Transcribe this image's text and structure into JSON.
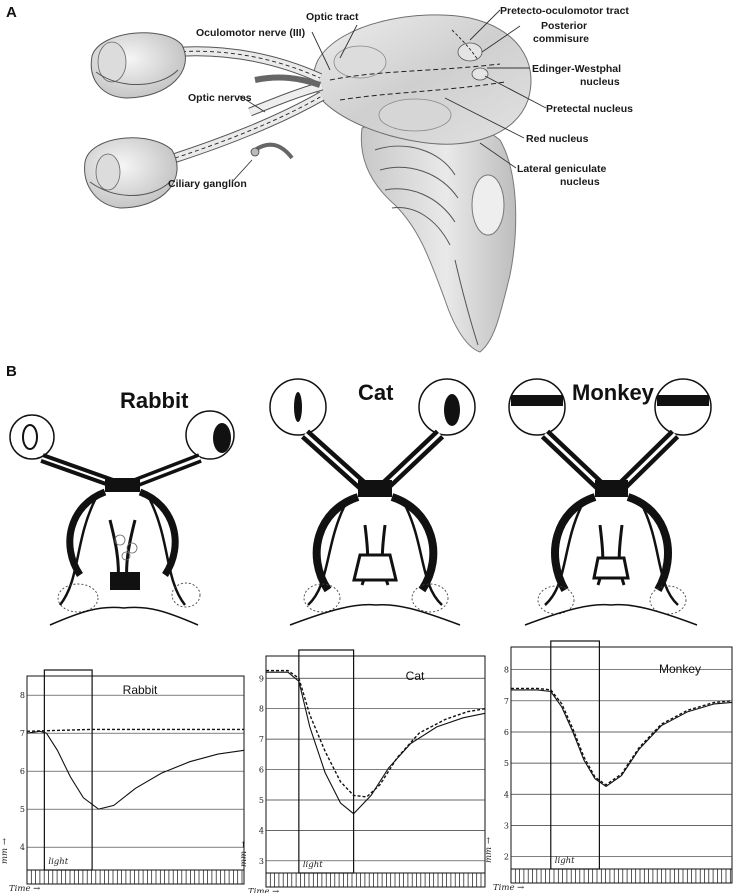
{
  "panels": {
    "a": {
      "letter": "A"
    },
    "b": {
      "letter": "B"
    }
  },
  "anatomy_labels": {
    "optic_tract": "Optic tract",
    "oculomotor_nerve": "Oculomotor nerve (III)",
    "optic_nerves": "Optic nerves",
    "ciliary_ganglion": "Ciliary ganglion",
    "pretecto_oculomotor_tract": "Pretecto-oculomotor tract",
    "posterior_commisure_line1": "Posterior",
    "posterior_commisure_line2": "commisure",
    "edinger_westphal_line1": "Edinger-Westphal",
    "edinger_westphal_line2": "nucleus",
    "pretectal_nucleus": "Pretectal nucleus",
    "red_nucleus": "Red nucleus",
    "lateral_geniculate_line1": "Lateral geniculate",
    "lateral_geniculate_line2": "nucleus"
  },
  "species": {
    "rabbit": "Rabbit",
    "cat": "Cat",
    "monkey": "Monkey"
  },
  "plot_common": {
    "light_label": "light",
    "time_label": "Time →",
    "mm_label": "mm →"
  },
  "chart_data": [
    {
      "type": "line",
      "title": "Rabbit",
      "ylabel": "mm",
      "xlabel": "Time",
      "ylim": [
        3.4,
        8.4
      ],
      "yticks": [
        "4",
        "5",
        "6",
        "7",
        "8"
      ],
      "light_interval": [
        0.08,
        0.3
      ],
      "series": [
        {
          "style": "dashed",
          "x": [
            0.0,
            0.3,
            0.6,
            1.0
          ],
          "y": [
            7.05,
            7.1,
            7.1,
            7.1
          ]
        },
        {
          "style": "solid",
          "x": [
            0.0,
            0.06,
            0.09,
            0.14,
            0.2,
            0.26,
            0.33,
            0.4,
            0.5,
            0.62,
            0.75,
            0.88,
            1.0
          ],
          "y": [
            7.0,
            7.05,
            7.0,
            6.55,
            5.85,
            5.3,
            5.0,
            5.1,
            5.55,
            5.95,
            6.25,
            6.45,
            6.55
          ]
        }
      ]
    },
    {
      "type": "line",
      "title": "Cat",
      "ylabel": "mm",
      "xlabel": "Time",
      "ylim": [
        2.6,
        9.6
      ],
      "yticks": [
        "3",
        "4",
        "5",
        "6",
        "7",
        "8",
        "9"
      ],
      "light_interval": [
        0.15,
        0.4
      ],
      "series": [
        {
          "style": "solid",
          "x": [
            0.0,
            0.1,
            0.15,
            0.2,
            0.27,
            0.34,
            0.4,
            0.48,
            0.56,
            0.66,
            0.78,
            0.9,
            1.0
          ],
          "y": [
            9.2,
            9.2,
            8.9,
            7.4,
            5.9,
            4.9,
            4.55,
            5.15,
            6.05,
            6.85,
            7.4,
            7.7,
            7.85
          ]
        },
        {
          "style": "dashed",
          "x": [
            0.0,
            0.1,
            0.15,
            0.2,
            0.27,
            0.34,
            0.4,
            0.46,
            0.52,
            0.6,
            0.7,
            0.82,
            0.92,
            1.0
          ],
          "y": [
            9.25,
            9.25,
            9.0,
            7.8,
            6.6,
            5.6,
            5.15,
            5.1,
            5.5,
            6.4,
            7.2,
            7.65,
            7.9,
            8.0
          ]
        }
      ]
    },
    {
      "type": "line",
      "title": "Monkey",
      "ylabel": "mm",
      "xlabel": "Time",
      "ylim": [
        1.6,
        8.6
      ],
      "yticks": [
        "2",
        "3",
        "4",
        "5",
        "6",
        "7",
        "8"
      ],
      "light_interval": [
        0.18,
        0.4
      ],
      "series": [
        {
          "style": "dashed",
          "x": [
            0.0,
            0.12,
            0.18,
            0.23,
            0.28,
            0.33,
            0.38,
            0.43,
            0.5,
            0.58,
            0.68,
            0.8,
            0.92,
            1.0
          ],
          "y": [
            7.4,
            7.4,
            7.35,
            6.9,
            6.1,
            5.2,
            4.55,
            4.3,
            4.65,
            5.5,
            6.25,
            6.7,
            6.95,
            7.0
          ]
        },
        {
          "style": "solid",
          "x": [
            0.0,
            0.12,
            0.18,
            0.23,
            0.28,
            0.33,
            0.38,
            0.43,
            0.5,
            0.58,
            0.68,
            0.8,
            0.92,
            1.0
          ],
          "y": [
            7.35,
            7.35,
            7.3,
            6.8,
            6.0,
            5.1,
            4.5,
            4.25,
            4.6,
            5.45,
            6.2,
            6.65,
            6.9,
            6.95
          ]
        }
      ]
    }
  ]
}
